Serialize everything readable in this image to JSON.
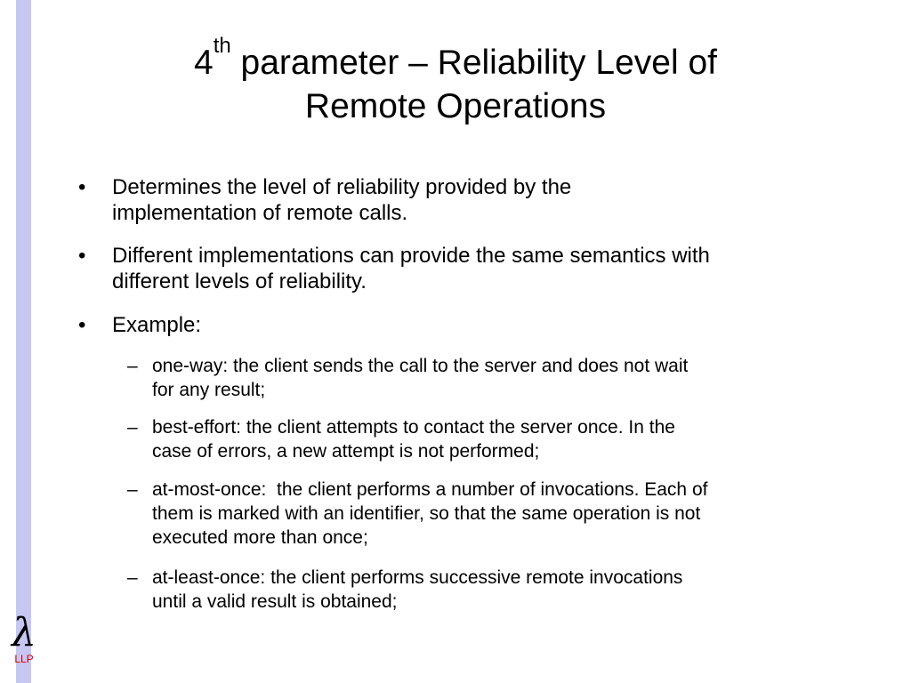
{
  "slide": {
    "title_number": "4",
    "title_sup": "th",
    "title_line1_rest": " parameter – Reliability Level of",
    "title_line2": "Remote Operations",
    "bullets": [
      {
        "marker": "•",
        "lines": [
          "Determines the level of reliability provided by the",
          "implementation of remote calls."
        ]
      },
      {
        "marker": "•",
        "lines": [
          "Different implementations can provide the same semantics with",
          "different levels of reliability."
        ]
      },
      {
        "marker": "•",
        "lines": [
          "Example:"
        ]
      }
    ],
    "sub_bullets": [
      {
        "marker": "–",
        "lines": [
          "one-way: the client sends the call to the server and does not wait",
          "for any result;"
        ]
      },
      {
        "marker": "–",
        "lines": [
          "best-effort: the client attempts to contact the server once. In the",
          "case of errors, a new attempt is not performed;"
        ]
      },
      {
        "marker": "–",
        "lines": [
          "at-most-once:  the client performs a number of invocations. Each of",
          "them is marked with an identifier, so that the same operation is not",
          "executed more than once;"
        ]
      },
      {
        "marker": "–",
        "lines": [
          "at-least-once: the client performs successive remote invocations",
          "until a valid result is obtained;"
        ]
      }
    ],
    "logo": {
      "symbol": "λ",
      "text": "LLP"
    },
    "colors": {
      "left_bar": "#c7c7f2",
      "logo_text": "#cc0000"
    }
  }
}
